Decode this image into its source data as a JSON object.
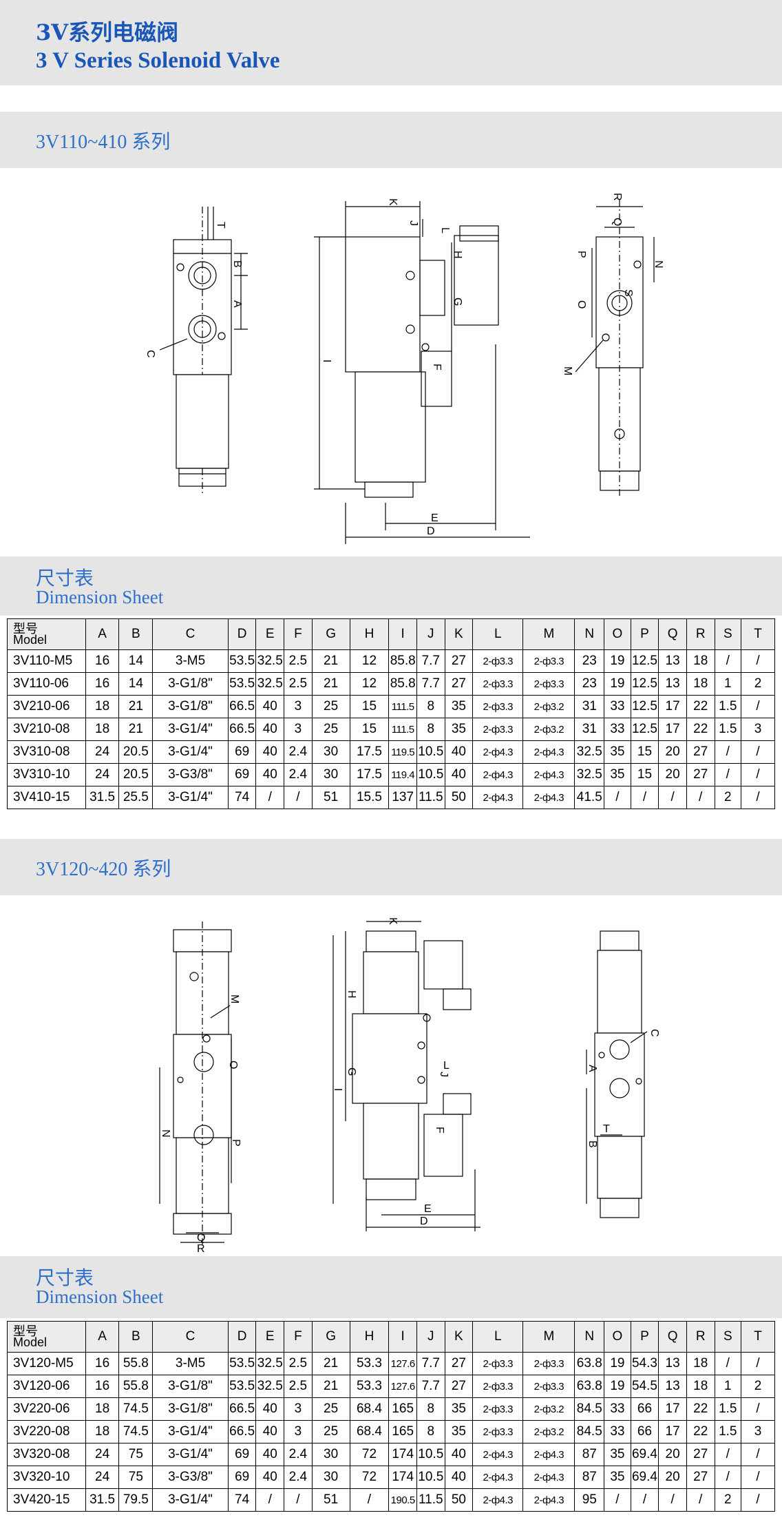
{
  "header": {
    "title_zh": "3V系列电磁阀",
    "title_en": "3 V Series Solenoid Valve"
  },
  "section1": {
    "title": "3V110~410 系列",
    "sheet_zh": "尺寸表",
    "sheet_en": "Dimension Sheet"
  },
  "section2": {
    "title": "3V120~420 系列",
    "sheet_zh": "尺寸表",
    "sheet_en": "Dimension Sheet"
  },
  "table_header": {
    "model_zh": "型号",
    "model_en": "Model",
    "cols": [
      "A",
      "B",
      "C",
      "D",
      "E",
      "F",
      "G",
      "H",
      "I",
      "J",
      "K",
      "L",
      "M",
      "N",
      "O",
      "P",
      "Q",
      "R",
      "S",
      "T"
    ]
  },
  "table1_rows": [
    [
      "3V110-M5",
      "16",
      "14",
      "3-M5",
      "53.5",
      "32.5",
      "2.5",
      "21",
      "12",
      "85.8",
      "7.7",
      "27",
      "2-ф3.3",
      "2-ф3.3",
      "23",
      "19",
      "12.5",
      "13",
      "18",
      "/",
      "/"
    ],
    [
      "3V110-06",
      "16",
      "14",
      "3-G1/8\"",
      "53.5",
      "32.5",
      "2.5",
      "21",
      "12",
      "85.8",
      "7.7",
      "27",
      "2-ф3.3",
      "2-ф3.3",
      "23",
      "19",
      "12.5",
      "13",
      "18",
      "1",
      "2"
    ],
    [
      "3V210-06",
      "18",
      "21",
      "3-G1/8\"",
      "66.5",
      "40",
      "3",
      "25",
      "15",
      "111.5",
      "8",
      "35",
      "2-ф3.3",
      "2-ф3.2",
      "31",
      "33",
      "12.5",
      "17",
      "22",
      "1.5",
      "/"
    ],
    [
      "3V210-08",
      "18",
      "21",
      "3-G1/4\"",
      "66.5",
      "40",
      "3",
      "25",
      "15",
      "111.5",
      "8",
      "35",
      "2-ф3.3",
      "2-ф3.2",
      "31",
      "33",
      "12.5",
      "17",
      "22",
      "1.5",
      "3"
    ],
    [
      "3V310-08",
      "24",
      "20.5",
      "3-G1/4\"",
      "69",
      "40",
      "2.4",
      "30",
      "17.5",
      "119.5",
      "10.5",
      "40",
      "2-ф4.3",
      "2-ф4.3",
      "32.5",
      "35",
      "15",
      "20",
      "27",
      "/",
      "/"
    ],
    [
      "3V310-10",
      "24",
      "20.5",
      "3-G3/8\"",
      "69",
      "40",
      "2.4",
      "30",
      "17.5",
      "119.4",
      "10.5",
      "40",
      "2-ф4.3",
      "2-ф4.3",
      "32.5",
      "35",
      "15",
      "20",
      "27",
      "/",
      "/"
    ],
    [
      "3V410-15",
      "31.5",
      "25.5",
      "3-G1/4\"",
      "74",
      "/",
      "/",
      "51",
      "15.5",
      "137",
      "11.5",
      "50",
      "2-ф4.3",
      "2-ф4.3",
      "41.5",
      "/",
      "/",
      "/",
      "/",
      "2",
      "/"
    ]
  ],
  "table2_rows": [
    [
      "3V120-M5",
      "16",
      "55.8",
      "3-M5",
      "53.5",
      "32.5",
      "2.5",
      "21",
      "53.3",
      "127.6",
      "7.7",
      "27",
      "2-ф3.3",
      "2-ф3.3",
      "63.8",
      "19",
      "54.3",
      "13",
      "18",
      "/",
      "/"
    ],
    [
      "3V120-06",
      "16",
      "55.8",
      "3-G1/8\"",
      "53.5",
      "32.5",
      "2.5",
      "21",
      "53.3",
      "127.6",
      "7.7",
      "27",
      "2-ф3.3",
      "2-ф3.3",
      "63.8",
      "19",
      "54.5",
      "13",
      "18",
      "1",
      "2"
    ],
    [
      "3V220-06",
      "18",
      "74.5",
      "3-G1/8\"",
      "66.5",
      "40",
      "3",
      "25",
      "68.4",
      "165",
      "8",
      "35",
      "2-ф3.3",
      "2-ф3.2",
      "84.5",
      "33",
      "66",
      "17",
      "22",
      "1.5",
      "/"
    ],
    [
      "3V220-08",
      "18",
      "74.5",
      "3-G1/4\"",
      "66.5",
      "40",
      "3",
      "25",
      "68.4",
      "165",
      "8",
      "35",
      "2-ф3.3",
      "2-ф3.2",
      "84.5",
      "33",
      "66",
      "17",
      "22",
      "1.5",
      "3"
    ],
    [
      "3V320-08",
      "24",
      "75",
      "3-G1/4\"",
      "69",
      "40",
      "2.4",
      "30",
      "72",
      "174",
      "10.5",
      "40",
      "2-ф4.3",
      "2-ф4.3",
      "87",
      "35",
      "69.4",
      "20",
      "27",
      "/",
      "/"
    ],
    [
      "3V320-10",
      "24",
      "75",
      "3-G3/8\"",
      "69",
      "40",
      "2.4",
      "30",
      "72",
      "174",
      "10.5",
      "40",
      "2-ф4.3",
      "2-ф4.3",
      "87",
      "35",
      "69.4",
      "20",
      "27",
      "/",
      "/"
    ],
    [
      "3V420-15",
      "31.5",
      "79.5",
      "3-G1/4\"",
      "74",
      "/",
      "/",
      "51",
      "/",
      "190.5",
      "11.5",
      "50",
      "2-ф4.3",
      "2-ф4.3",
      "95",
      "/",
      "/",
      "/",
      "/",
      "2",
      "/"
    ]
  ],
  "drawing_labels": {
    "A": "A",
    "B": "B",
    "C": "C",
    "D": "D",
    "E": "E",
    "F": "F",
    "G": "G",
    "H": "H",
    "I": "I",
    "J": "J",
    "K": "K",
    "L": "L",
    "M": "M",
    "N": "N",
    "O": "O",
    "P": "P",
    "Q": "Q",
    "R": "R",
    "S": "S",
    "T": "T"
  }
}
